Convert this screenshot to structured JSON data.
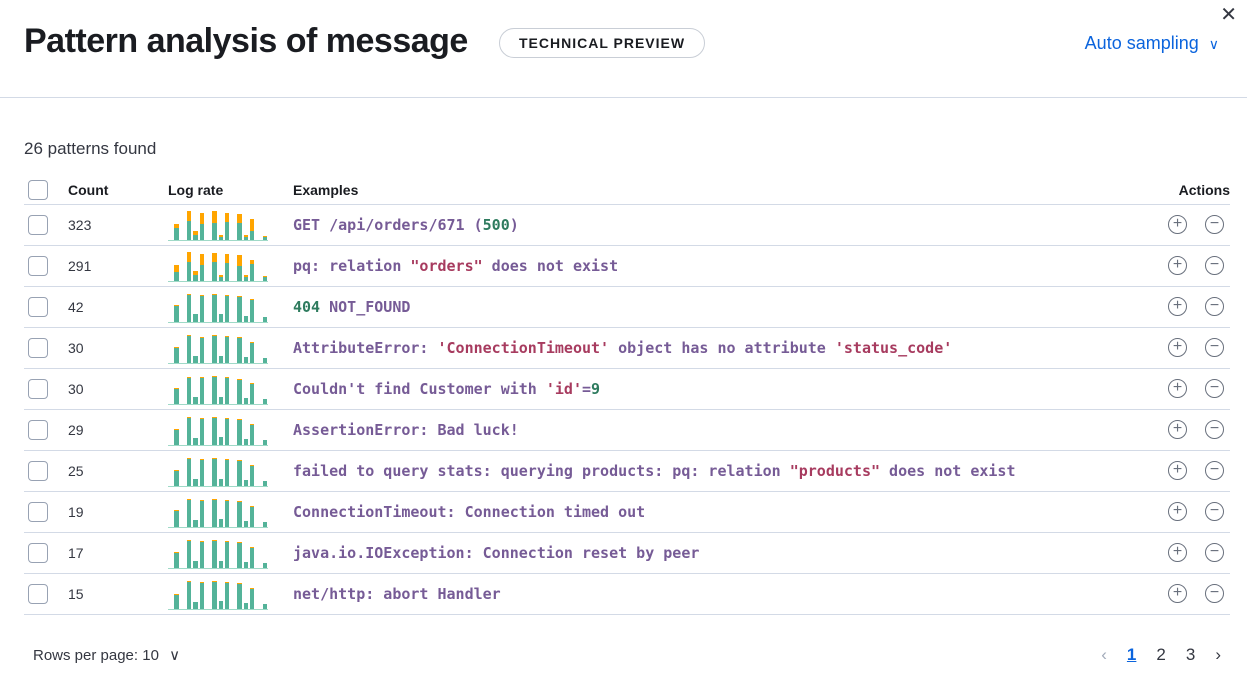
{
  "header": {
    "title": "Pattern analysis of message",
    "badge": "TECHNICAL PREVIEW",
    "sampling": "Auto sampling"
  },
  "summary": "26 patterns found",
  "columns": {
    "count": "Count",
    "log_rate": "Log rate",
    "examples": "Examples",
    "actions": "Actions"
  },
  "colors": {
    "sparkline_green": "#54b399",
    "sparkline_orange": "#ffa500",
    "accent": "#0b64dd"
  },
  "rows": [
    {
      "count": "323",
      "parts": [
        [
          "GET /api/orders/671 (",
          "t"
        ],
        [
          "500",
          "n"
        ],
        [
          ")",
          "t"
        ]
      ],
      "green": [
        0,
        12,
        0,
        19,
        5,
        16,
        0,
        17,
        3,
        18,
        0,
        17,
        3,
        9,
        0,
        3
      ],
      "orange": [
        0,
        4,
        0,
        10,
        4,
        11,
        0,
        12,
        2,
        9,
        0,
        9,
        2,
        12,
        0,
        1
      ]
    },
    {
      "count": "291",
      "parts": [
        [
          "pq: relation ",
          "t"
        ],
        [
          "\"orders\"",
          "s"
        ],
        [
          " does not exist",
          "t"
        ]
      ],
      "green": [
        0,
        9,
        0,
        19,
        6,
        16,
        0,
        19,
        4,
        18,
        0,
        15,
        4,
        17,
        0,
        4
      ],
      "orange": [
        0,
        7,
        0,
        10,
        4,
        11,
        0,
        9,
        2,
        9,
        0,
        11,
        2,
        4,
        0,
        1
      ]
    },
    {
      "count": "42",
      "parts": [
        [
          "404",
          "n"
        ],
        [
          " NOT_FOUND",
          "t"
        ]
      ],
      "green": [
        0,
        16,
        0,
        27,
        8,
        26,
        0,
        27,
        8,
        26,
        0,
        25,
        6,
        22,
        0,
        5
      ],
      "orange": [
        0,
        1,
        0,
        1,
        0,
        1,
        0,
        1,
        0,
        1,
        0,
        1,
        0,
        1,
        0,
        0
      ]
    },
    {
      "count": "30",
      "parts": [
        [
          "AttributeError: ",
          "t"
        ],
        [
          "'ConnectionTimeout'",
          "s"
        ],
        [
          " object has no attribute ",
          "t"
        ],
        [
          "'status_code'",
          "s"
        ]
      ],
      "green": [
        0,
        15,
        0,
        27,
        7,
        25,
        0,
        27,
        7,
        26,
        0,
        25,
        6,
        20,
        0,
        5
      ],
      "orange": [
        0,
        1,
        0,
        1,
        0,
        1,
        0,
        1,
        0,
        1,
        0,
        1,
        0,
        1,
        0,
        0
      ]
    },
    {
      "count": "30",
      "parts": [
        [
          "Couldn't find Customer with ",
          "t"
        ],
        [
          "'id'",
          "s"
        ],
        [
          "=",
          "t"
        ],
        [
          "9",
          "n"
        ]
      ],
      "green": [
        0,
        15,
        0,
        26,
        7,
        26,
        0,
        27,
        7,
        26,
        0,
        24,
        6,
        20,
        0,
        5
      ],
      "orange": [
        0,
        1,
        0,
        1,
        0,
        1,
        0,
        1,
        0,
        1,
        0,
        1,
        0,
        1,
        0,
        0
      ]
    },
    {
      "count": "29",
      "parts": [
        [
          "AssertionError: Bad luck!",
          "t"
        ]
      ],
      "green": [
        0,
        15,
        0,
        27,
        7,
        26,
        0,
        27,
        8,
        26,
        0,
        25,
        6,
        20,
        0,
        5
      ],
      "orange": [
        0,
        1,
        0,
        1,
        0,
        1,
        0,
        1,
        0,
        1,
        0,
        1,
        0,
        1,
        0,
        0
      ]
    },
    {
      "count": "25",
      "parts": [
        [
          "failed to query stats: querying products: pq: relation ",
          "t"
        ],
        [
          "\"products\"",
          "s"
        ],
        [
          " does not exist",
          "t"
        ]
      ],
      "green": [
        0,
        15,
        0,
        27,
        7,
        26,
        0,
        27,
        7,
        26,
        0,
        25,
        6,
        20,
        0,
        5
      ],
      "orange": [
        0,
        1,
        0,
        1,
        0,
        1,
        0,
        1,
        0,
        1,
        0,
        1,
        0,
        1,
        0,
        0
      ]
    },
    {
      "count": "19",
      "parts": [
        [
          "ConnectionTimeout: Connection timed out",
          "t"
        ]
      ],
      "green": [
        0,
        16,
        0,
        27,
        7,
        26,
        0,
        27,
        8,
        26,
        0,
        25,
        6,
        20,
        0,
        5
      ],
      "orange": [
        0,
        1,
        0,
        1,
        0,
        1,
        0,
        1,
        0,
        1,
        0,
        1,
        0,
        1,
        0,
        0
      ]
    },
    {
      "count": "17",
      "parts": [
        [
          "java.io.IOException: Connection reset by peer",
          "t"
        ]
      ],
      "green": [
        0,
        15,
        0,
        27,
        7,
        26,
        0,
        27,
        7,
        26,
        0,
        25,
        6,
        20,
        0,
        5
      ],
      "orange": [
        0,
        1,
        0,
        1,
        0,
        1,
        0,
        1,
        0,
        1,
        0,
        1,
        0,
        1,
        0,
        0
      ]
    },
    {
      "count": "15",
      "parts": [
        [
          "net/http: abort Handler",
          "t"
        ]
      ],
      "green": [
        0,
        14,
        0,
        27,
        7,
        26,
        0,
        27,
        8,
        26,
        0,
        25,
        6,
        20,
        0,
        5
      ],
      "orange": [
        0,
        1,
        0,
        1,
        0,
        1,
        0,
        1,
        0,
        1,
        0,
        1,
        0,
        1,
        0,
        0
      ]
    }
  ],
  "footer": {
    "rows_per_page": "Rows per page: 10"
  },
  "pagination": {
    "pages": [
      "1",
      "2",
      "3"
    ],
    "current": "1"
  }
}
